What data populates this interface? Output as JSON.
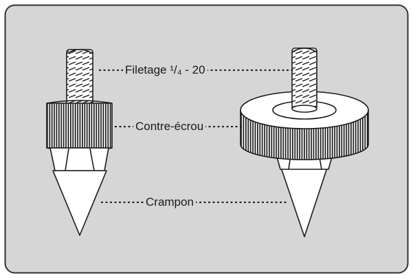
{
  "labels": {
    "thread": "Filetage ¹/₄ - 20",
    "locknut": "Contre-écrou",
    "spike": "Crampon"
  },
  "colors": {
    "panel_fill": "#d6d6d6",
    "panel_stroke": "#333333",
    "part_fill": "#ffffff",
    "ink": "#1a1a1a"
  },
  "icons": {
    "small_spike": "spike-with-hex-locknut",
    "large_spike": "spike-with-knurled-disc"
  }
}
